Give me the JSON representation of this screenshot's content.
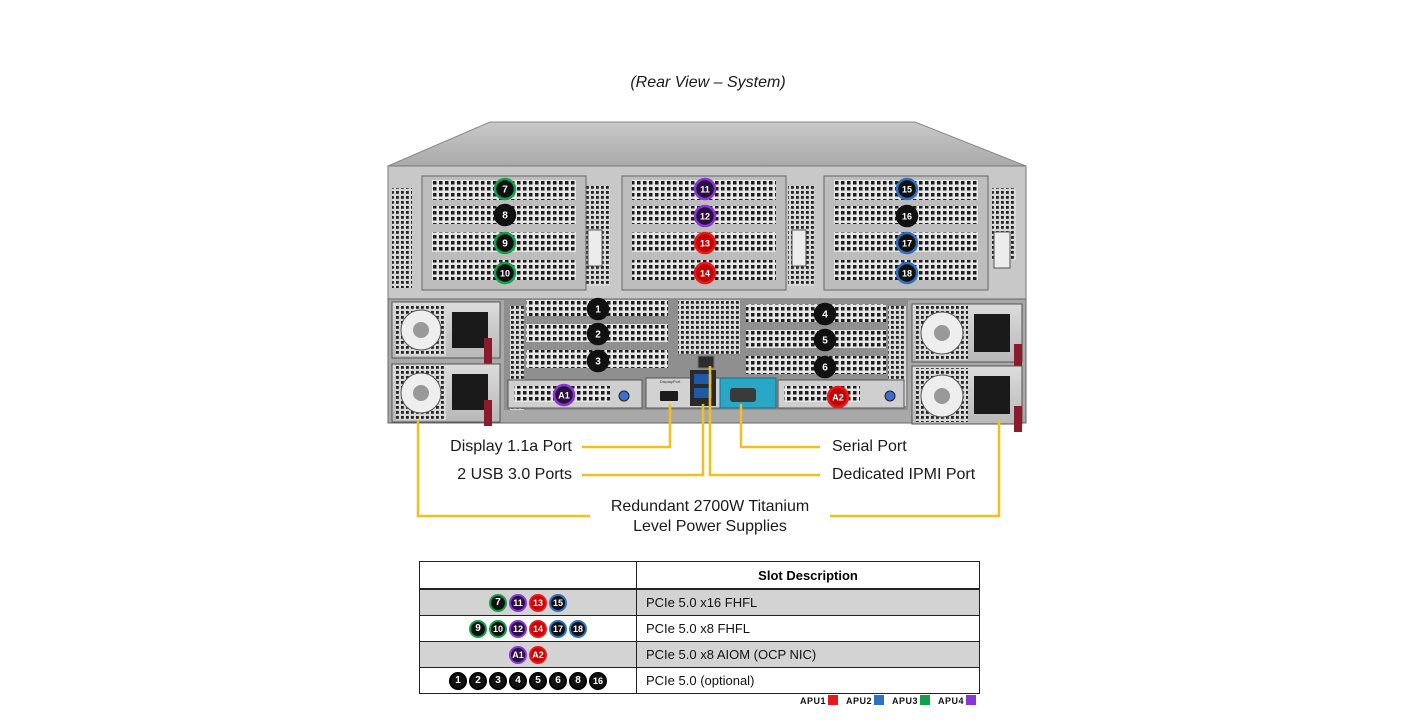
{
  "caption": "(Rear View – System)",
  "labels": {
    "display_port": "Display 1.1a Port",
    "usb_ports": "2 USB 3.0 Ports",
    "serial_port": "Serial Port",
    "ipmi_port": "Dedicated IPMI Port",
    "psu_line1": "Redundant 2700W Titanium",
    "psu_line2": "Level Power Supplies"
  },
  "chassis_badges": [
    {
      "id": "7",
      "color": "green"
    },
    {
      "id": "8",
      "color": "black"
    },
    {
      "id": "9",
      "color": "green"
    },
    {
      "id": "10",
      "color": "green"
    },
    {
      "id": "11",
      "color": "purple"
    },
    {
      "id": "12",
      "color": "purple"
    },
    {
      "id": "13",
      "color": "red"
    },
    {
      "id": "14",
      "color": "red"
    },
    {
      "id": "15",
      "color": "blue"
    },
    {
      "id": "16",
      "color": "black"
    },
    {
      "id": "17",
      "color": "blue"
    },
    {
      "id": "18",
      "color": "blue"
    },
    {
      "id": "1",
      "color": "black"
    },
    {
      "id": "2",
      "color": "black"
    },
    {
      "id": "3",
      "color": "black"
    },
    {
      "id": "4",
      "color": "black"
    },
    {
      "id": "5",
      "color": "black"
    },
    {
      "id": "6",
      "color": "black"
    },
    {
      "id": "A1",
      "color": "purple"
    },
    {
      "id": "A2",
      "color": "red"
    }
  ],
  "port_silkscreen": "DisplayPort",
  "table": {
    "header_left": "",
    "header_right": "Slot Description",
    "rows": [
      {
        "shaded": true,
        "badges": [
          {
            "id": "7",
            "color": "green"
          },
          {
            "id": "11",
            "color": "purple"
          },
          {
            "id": "13",
            "color": "red"
          },
          {
            "id": "15",
            "color": "blue"
          }
        ],
        "desc": "PCIe 5.0 x16 FHFL"
      },
      {
        "shaded": false,
        "badges": [
          {
            "id": "9",
            "color": "green"
          },
          {
            "id": "10",
            "color": "green"
          },
          {
            "id": "12",
            "color": "purple"
          },
          {
            "id": "14",
            "color": "red"
          },
          {
            "id": "17",
            "color": "blue"
          },
          {
            "id": "18",
            "color": "blue"
          }
        ],
        "desc": "PCIe 5.0 x8 FHFL"
      },
      {
        "shaded": true,
        "badges": [
          {
            "id": "A1",
            "color": "purple"
          },
          {
            "id": "A2",
            "color": "red"
          }
        ],
        "desc": "PCIe 5.0 x8 AIOM (OCP NIC)"
      },
      {
        "shaded": false,
        "badges": [
          {
            "id": "1",
            "color": "black"
          },
          {
            "id": "2",
            "color": "black"
          },
          {
            "id": "3",
            "color": "black"
          },
          {
            "id": "4",
            "color": "black"
          },
          {
            "id": "5",
            "color": "black"
          },
          {
            "id": "6",
            "color": "black"
          },
          {
            "id": "8",
            "color": "black"
          },
          {
            "id": "16",
            "color": "black"
          }
        ],
        "desc": "PCIe 5.0 (optional)"
      }
    ]
  },
  "legend": [
    {
      "label": "APU1",
      "color": "#e31b1b"
    },
    {
      "label": "APU2",
      "color": "#2f6fc4"
    },
    {
      "label": "APU3",
      "color": "#12a04a"
    },
    {
      "label": "APU4",
      "color": "#8a35d8"
    }
  ],
  "colors": {
    "leader_line": "#f2c01e",
    "green": "#12a04a",
    "purple": "#8a35d8",
    "red": "#e31b1b",
    "blue": "#2f6fc4",
    "black": "#111111"
  }
}
